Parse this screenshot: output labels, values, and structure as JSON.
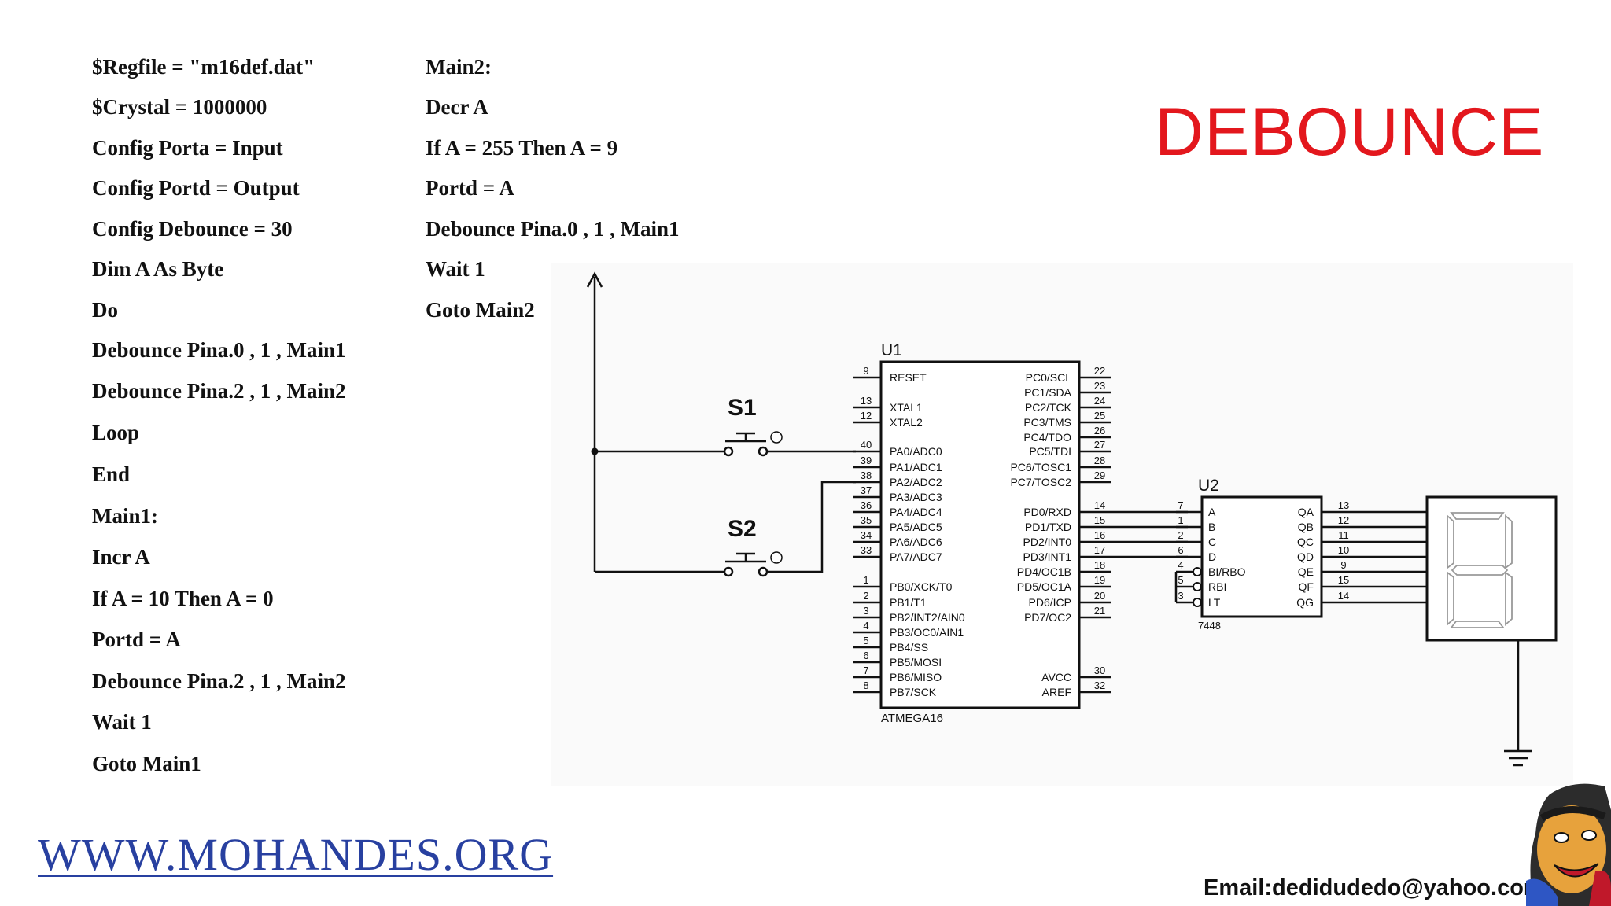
{
  "title": "DEBOUNCE",
  "code_left": [
    "$Regfile = \"m16def.dat\"",
    "$Crystal = 1000000",
    "Config Porta = Input",
    "Config Portd = Output",
    "Config Debounce = 30",
    "Dim A As Byte",
    "Do",
    "Debounce Pina.0 , 1 , Main1",
    "Debounce Pina.2 , 1 , Main2",
    "Loop",
    "End",
    "Main1:",
    "Incr A",
    "If A = 10 Then A = 0",
    "Portd = A",
    "Debounce Pina.2 , 1 , Main2",
    "Wait 1",
    "Goto Main1"
  ],
  "code_right": [
    "Main2:",
    "Decr A",
    "If A = 255 Then A = 9",
    "Portd = A",
    "Debounce Pina.0 , 1 , Main1",
    "Wait 1",
    "Goto Main2"
  ],
  "schematic": {
    "mcu": {
      "ref": "U1",
      "part": "ATMEGA16",
      "left_pins": [
        {
          "num": "9",
          "name": "RESET"
        },
        {
          "num": "13",
          "name": "XTAL1"
        },
        {
          "num": "12",
          "name": "XTAL2"
        },
        {
          "num": "40",
          "name": "PA0/ADC0"
        },
        {
          "num": "39",
          "name": "PA1/ADC1"
        },
        {
          "num": "38",
          "name": "PA2/ADC2"
        },
        {
          "num": "37",
          "name": "PA3/ADC3"
        },
        {
          "num": "36",
          "name": "PA4/ADC4"
        },
        {
          "num": "35",
          "name": "PA5/ADC5"
        },
        {
          "num": "34",
          "name": "PA6/ADC6"
        },
        {
          "num": "33",
          "name": "PA7/ADC7"
        },
        {
          "num": "1",
          "name": "PB0/XCK/T0"
        },
        {
          "num": "2",
          "name": "PB1/T1"
        },
        {
          "num": "3",
          "name": "PB2/INT2/AIN0"
        },
        {
          "num": "4",
          "name": "PB3/OC0/AIN1"
        },
        {
          "num": "5",
          "name": "PB4/SS"
        },
        {
          "num": "6",
          "name": "PB5/MOSI"
        },
        {
          "num": "7",
          "name": "PB6/MISO"
        },
        {
          "num": "8",
          "name": "PB7/SCK"
        }
      ],
      "right_pins": [
        {
          "num": "22",
          "name": "PC0/SCL"
        },
        {
          "num": "23",
          "name": "PC1/SDA"
        },
        {
          "num": "24",
          "name": "PC2/TCK"
        },
        {
          "num": "25",
          "name": "PC3/TMS"
        },
        {
          "num": "26",
          "name": "PC4/TDO"
        },
        {
          "num": "27",
          "name": "PC5/TDI"
        },
        {
          "num": "28",
          "name": "PC6/TOSC1"
        },
        {
          "num": "29",
          "name": "PC7/TOSC2"
        },
        {
          "num": "14",
          "name": "PD0/RXD"
        },
        {
          "num": "15",
          "name": "PD1/TXD"
        },
        {
          "num": "16",
          "name": "PD2/INT0"
        },
        {
          "num": "17",
          "name": "PD3/INT1"
        },
        {
          "num": "18",
          "name": "PD4/OC1B"
        },
        {
          "num": "19",
          "name": "PD5/OC1A"
        },
        {
          "num": "20",
          "name": "PD6/ICP"
        },
        {
          "num": "21",
          "name": "PD7/OC2"
        },
        {
          "num": "30",
          "name": "AVCC"
        },
        {
          "num": "32",
          "name": "AREF"
        }
      ]
    },
    "decoder": {
      "ref": "U2",
      "part": "7448",
      "inputs": [
        {
          "num": "7",
          "name": "A"
        },
        {
          "num": "1",
          "name": "B"
        },
        {
          "num": "2",
          "name": "C"
        },
        {
          "num": "6",
          "name": "D"
        },
        {
          "num": "4",
          "name": "BI/RBO"
        },
        {
          "num": "5",
          "name": "RBI"
        },
        {
          "num": "3",
          "name": "LT"
        }
      ],
      "outputs": [
        {
          "num": "13",
          "name": "QA"
        },
        {
          "num": "12",
          "name": "QB"
        },
        {
          "num": "11",
          "name": "QC"
        },
        {
          "num": "10",
          "name": "QD"
        },
        {
          "num": "9",
          "name": "QE"
        },
        {
          "num": "15",
          "name": "QF"
        },
        {
          "num": "14",
          "name": "QG"
        }
      ]
    },
    "switch1": {
      "ref": "S1"
    },
    "switch2": {
      "ref": "S2"
    }
  },
  "website": "WWW.MOHANDES.ORG",
  "email": "Email:dedidudedo@yahoo.com",
  "colors": {
    "title": "#e3171d",
    "website": "#2840a0",
    "text": "#111111"
  }
}
